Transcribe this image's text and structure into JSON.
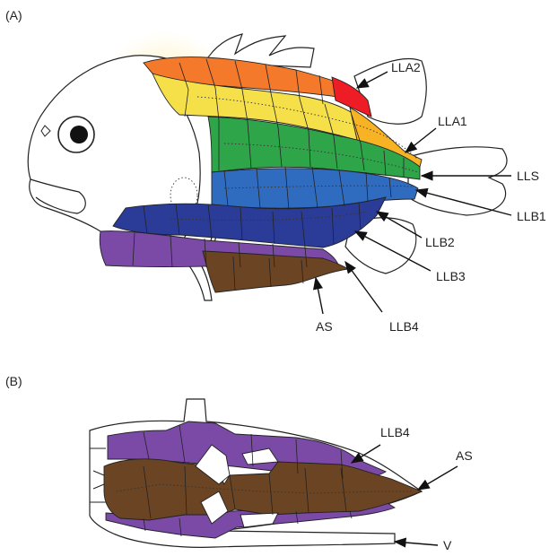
{
  "panels": [
    {
      "id": "A",
      "label": "(A)"
    },
    {
      "id": "B",
      "label": "(B)"
    }
  ],
  "labels": {
    "LLA2": "LLA2",
    "LLA1": "LLA1",
    "LLS": "LLS",
    "LLB1": "LLB1",
    "LLB2": "LLB2",
    "LLB3": "LLB3",
    "LLB4": "LLB4",
    "AS": "AS",
    "LLB4_b": "LLB4",
    "AS_b": "AS",
    "V": "V"
  },
  "colors": {
    "LLA2": "#ee1c24",
    "row_orange": "#f4792a",
    "LLA1": "#f8b325",
    "row_yellow": "#f5e04a",
    "LLS": "#2fa54a",
    "LLB1": "#2f6cc0",
    "LLB2": "#2b3c98",
    "LLB3": "#2b3c98",
    "LLB4": "#7b4aa6",
    "AS": "#6b4423"
  }
}
